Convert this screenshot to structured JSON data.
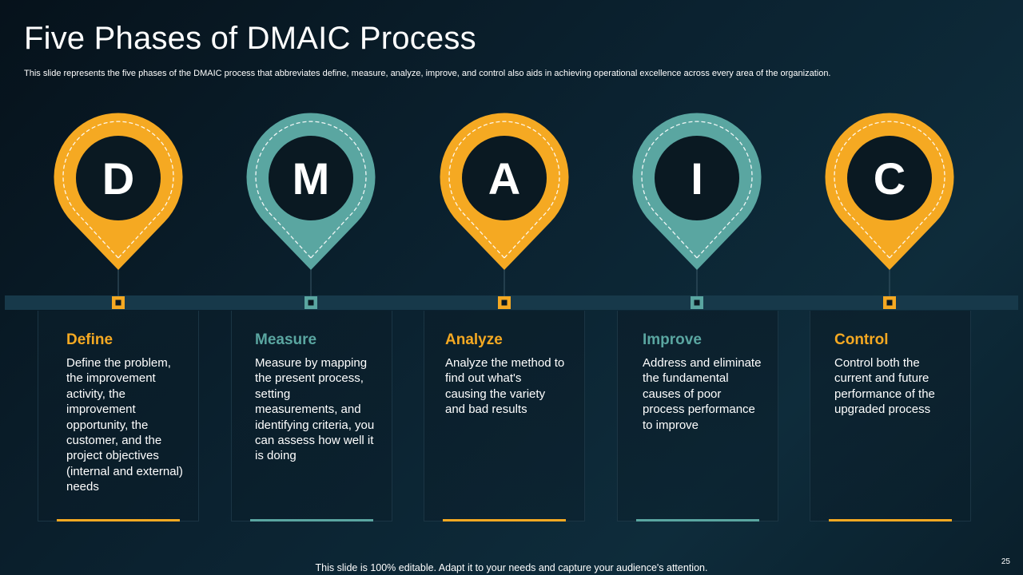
{
  "slide": {
    "title": "Five Phases of DMAIC Process",
    "subtitle": "This slide represents the five phases of the DMAIC  process that abbreviates define, measure, analyze, improve, and control also aids in achieving operational excellence across every area of the organization.",
    "footer": "This slide is 100% editable. Adapt it to your needs and capture your audience's attention.",
    "page_number": "25"
  },
  "colors": {
    "orange": "#f5a922",
    "teal": "#5aa6a1",
    "dark_circle": "#0a1922",
    "timeline": "#17394a"
  },
  "phases": [
    {
      "letter": "D",
      "name": "Define",
      "description": "Define the problem, the improvement activity, the improvement opportunity, the customer, and the project objectives (internal and external) needs",
      "color": "orange"
    },
    {
      "letter": "M",
      "name": "Measure",
      "description": "Measure by mapping the present process, setting measurements, and identifying criteria, you can assess how well it is doing",
      "color": "teal"
    },
    {
      "letter": "A",
      "name": "Analyze",
      "description": "Analyze the method to find out what's causing the variety and bad results",
      "color": "orange"
    },
    {
      "letter": "I",
      "name": "Improve",
      "description": "Address and eliminate the fundamental causes of poor process performance to improve",
      "color": "teal"
    },
    {
      "letter": "C",
      "name": "Control",
      "description": "Control both the current and future performance of the upgraded process",
      "color": "orange"
    }
  ]
}
